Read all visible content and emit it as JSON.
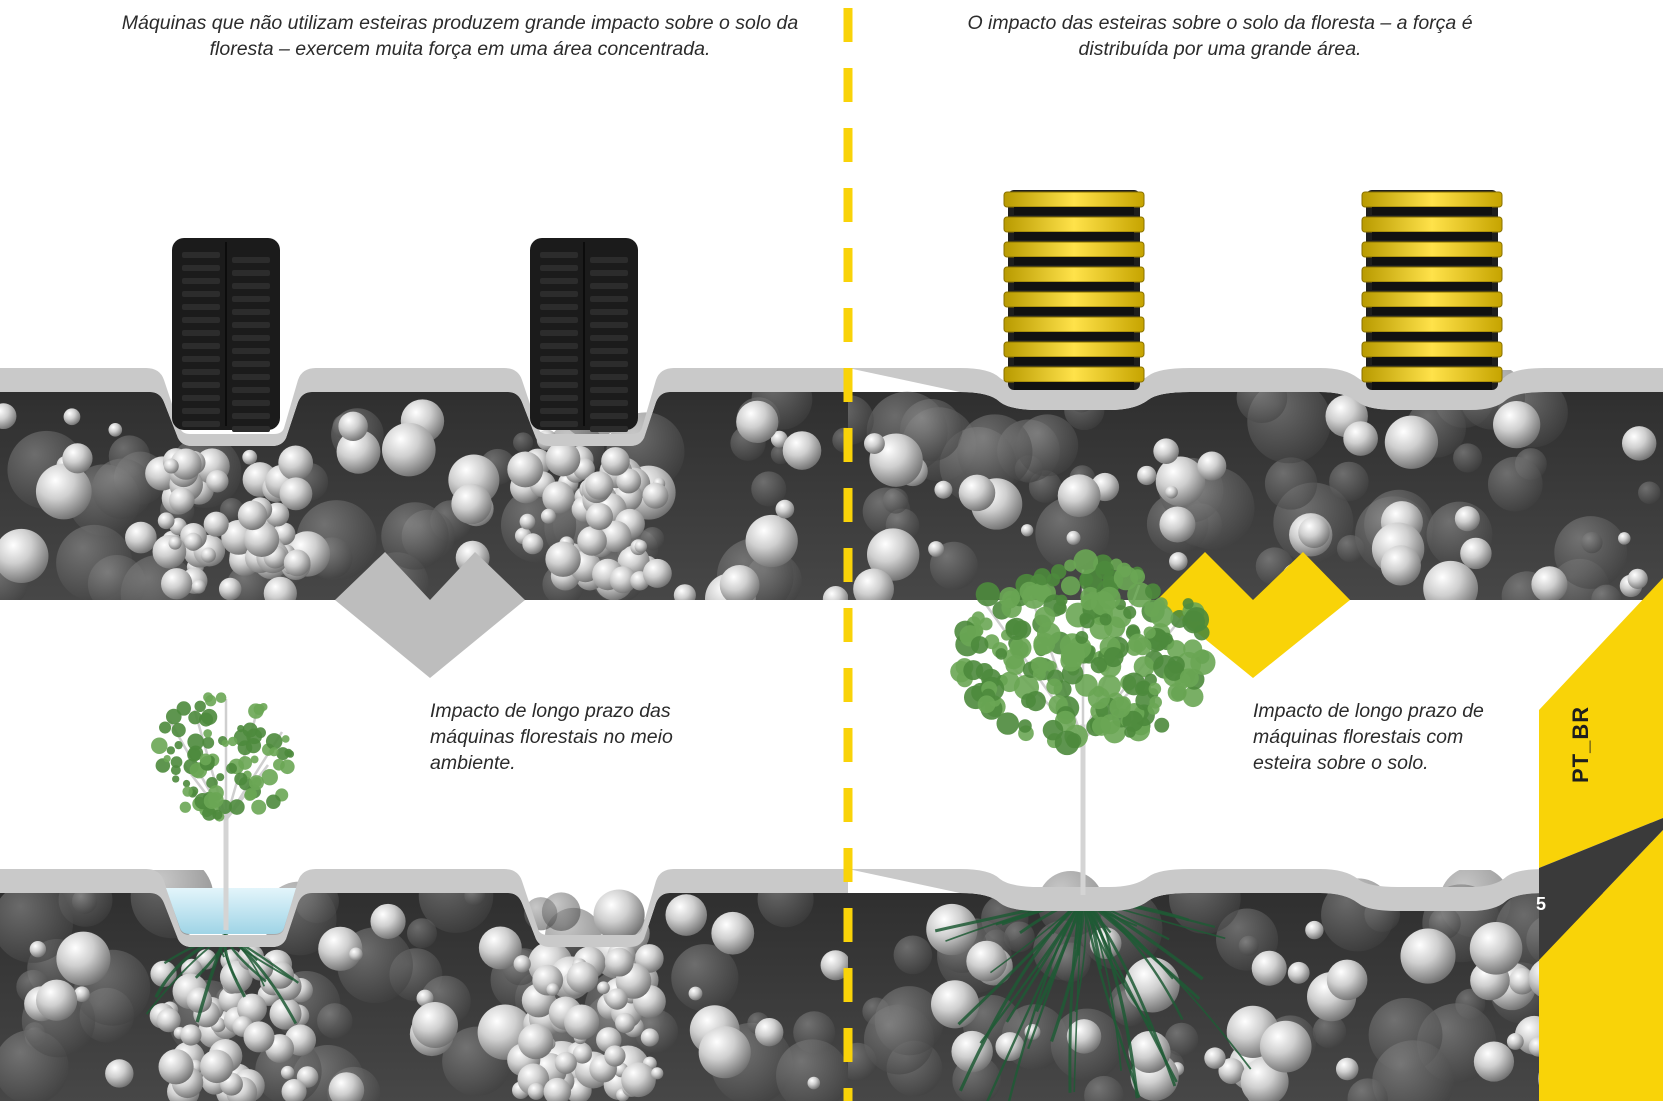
{
  "captions": {
    "top_left": "Máquinas que não utilizam esteiras produzem grande impacto sobre o solo da floresta – exercem muita força em uma área concentrada.",
    "top_right": "O impacto das esteiras sobre o solo da floresta – a força é distribuída por uma grande área.",
    "bottom_left": "Impacto de longo prazo das máquinas florestais no meio ambiente.",
    "bottom_right": "Impacto de longo prazo de máquinas florestais com esteira sobre o solo."
  },
  "side_tab": {
    "language": "PT_BR",
    "page_number": "5"
  },
  "colors": {
    "accent_yellow": "#f9d308",
    "soil_dark": "#3e3e3e",
    "soil_surface": "#c9c9c9",
    "arrow_gray": "#bdbdbd",
    "tire": "#1b1b1b",
    "water": "#bfe6f3",
    "foliage": "#4d8a3c",
    "roots": "#1f5a35"
  },
  "icons": {
    "tire": "tire-icon",
    "track": "track-icon",
    "tree": "tree-icon",
    "arrow": "chevron-down-icon"
  }
}
